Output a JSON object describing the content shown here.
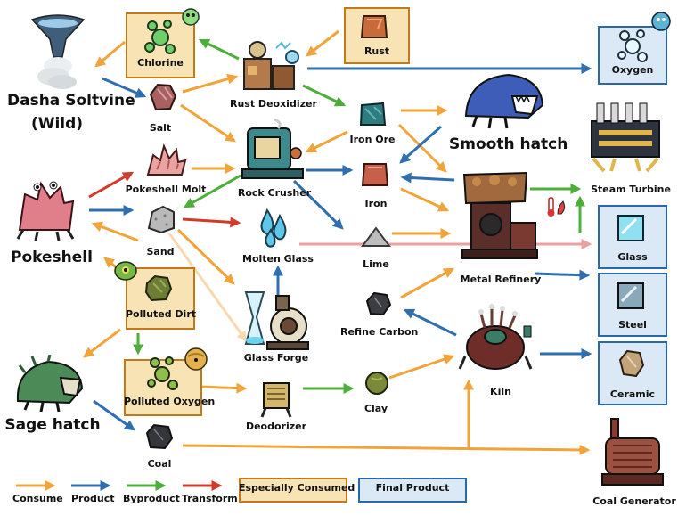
{
  "colors": {
    "consume": "#f0a43a",
    "product": "#2f6fb0",
    "byproduct": "#4caf3a",
    "transform": "#d23a2a",
    "especially_consumed_fill": "#f8e3b4",
    "especially_consumed_border": "#c07a1c",
    "final_product_fill": "#dbe9f6",
    "final_product_border": "#2a68a8",
    "clay_to_forge": "#f7d8b0",
    "molten_to_glass": "#e8a0a0"
  },
  "nodes": {
    "dasha_soltvine": "Dasha Soltvine",
    "dasha_wild": "(Wild)",
    "chlorine": "Chlorine",
    "salt": "Salt",
    "rust_deoxidizer": "Rust Deoxidizer",
    "rust": "Rust",
    "iron_ore": "Iron Ore",
    "smooth_hatch": "Smooth hatch",
    "oxygen": "Oxygen",
    "steam_turbine": "Steam Turbine",
    "pokeshell_molt": "Pokeshell Molt",
    "rock_crusher": "Rock Crusher",
    "iron": "Iron",
    "metal_refinery": "Metal Refinery",
    "pokeshell": "Pokeshell",
    "sand": "Sand",
    "molten_glass": "Molten Glass",
    "lime": "Lime",
    "glass": "Glass",
    "polluted_dirt": "Polluted Dirt",
    "glass_forge": "Glass Forge",
    "refine_carbon": "Refine Carbon",
    "steel": "Steel",
    "kiln": "Kiln",
    "sage_hatch": "Sage hatch",
    "polluted_oxygen": "Polluted Oxygen",
    "deodorizer": "Deodorizer",
    "clay": "Clay",
    "ceramic": "Ceramic",
    "coal": "Coal",
    "coal_generator": "Coal Generator"
  },
  "legend": {
    "consume": "Consume",
    "product": "Product",
    "byproduct": "Byproduct",
    "transform": "Transform",
    "especially_consumed": "Especially Consumed",
    "final_product": "Final Product"
  },
  "icons": {
    "dasha": "dasha-soltvine-plant-icon",
    "chlorine": "gas-bubbles-icon",
    "salt": "salt-chunk-icon",
    "rust_deoxidizer": "rust-deoxidizer-machine-icon",
    "rust": "rust-block-icon",
    "iron_ore": "iron-ore-block-icon",
    "smooth_hatch": "smooth-hatch-creature-icon",
    "oxygen": "gas-bubbles-icon",
    "steam_turbine": "steam-turbine-machine-icon",
    "pokeshell_molt": "pokeshell-molt-icon",
    "rock_crusher": "rock-crusher-machine-icon",
    "iron": "iron-block-icon",
    "metal_refinery": "metal-refinery-machine-icon",
    "pokeshell": "pokeshell-creature-icon",
    "sand": "sand-pile-icon",
    "molten_glass": "liquid-drops-icon",
    "lime": "lime-pile-icon",
    "glass": "glass-pane-icon",
    "polluted_dirt": "polluted-dirt-icon",
    "glass_forge": "glass-forge-machine-icon",
    "refine_carbon": "carbon-chunk-icon",
    "steel": "steel-pane-icon",
    "kiln": "kiln-machine-icon",
    "sage_hatch": "sage-hatch-creature-icon",
    "polluted_oxygen": "polluted-gas-bubbles-icon",
    "deodorizer": "deodorizer-machine-icon",
    "clay": "clay-ball-icon",
    "ceramic": "ceramic-chunk-icon",
    "coal": "coal-chunk-icon",
    "coal_generator": "coal-generator-machine-icon",
    "thermometer": "thermometer-icon"
  }
}
